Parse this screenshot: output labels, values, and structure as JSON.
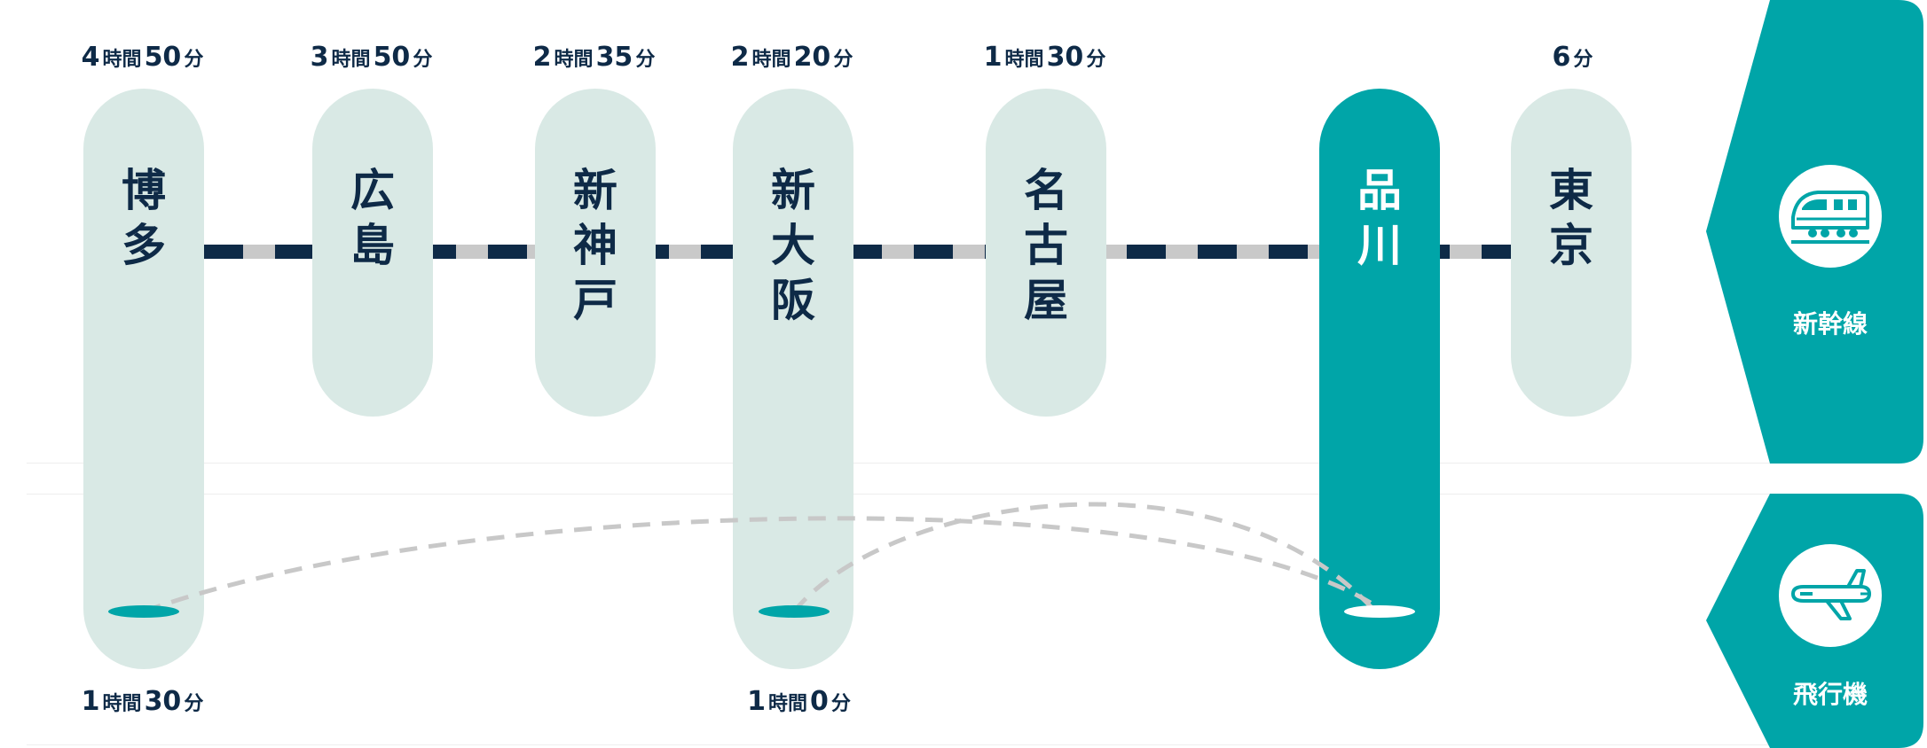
{
  "shinkansen_times": [
    {
      "num1": "4",
      "unit1": "時間",
      "num2": "50",
      "unit2": "分"
    },
    {
      "num1": "3",
      "unit1": "時間",
      "num2": "50",
      "unit2": "分"
    },
    {
      "num1": "2",
      "unit1": "時間",
      "num2": "35",
      "unit2": "分"
    },
    {
      "num1": "2",
      "unit1": "時間",
      "num2": "20",
      "unit2": "分"
    },
    {
      "num1": "1",
      "unit1": "時間",
      "num2": "30",
      "unit2": "分"
    },
    {
      "num1": "",
      "unit1": "",
      "num2": "6",
      "unit2": "分"
    }
  ],
  "stations": [
    {
      "line1": "博",
      "line2": "多",
      "line3": ""
    },
    {
      "line1": "広",
      "line2": "島",
      "line3": ""
    },
    {
      "line1": "新",
      "line2": "神",
      "line3": "戸"
    },
    {
      "line1": "新",
      "line2": "大",
      "line3": "阪"
    },
    {
      "line1": "名",
      "line2": "古",
      "line3": "屋"
    },
    {
      "line1": "品",
      "line2": "川",
      "line3": ""
    },
    {
      "line1": "東",
      "line2": "京",
      "line3": ""
    }
  ],
  "flight_times": [
    {
      "num1": "1",
      "unit1": "時間",
      "num2": "30",
      "unit2": "分"
    },
    {
      "num1": "1",
      "unit1": "時間",
      "num2": "0",
      "unit2": "分"
    }
  ],
  "modes": {
    "shinkansen": {
      "label": "新幹線",
      "icon": "shinkansen-train-icon"
    },
    "airplane": {
      "label": "飛行機",
      "icon": "airplane-icon"
    }
  },
  "colors": {
    "teal": "#00a5a8",
    "pill": "#d9e9e5",
    "navy": "#0e2a47",
    "track_light": "#c9c9c9",
    "route_dash": "#c8c8c8"
  }
}
